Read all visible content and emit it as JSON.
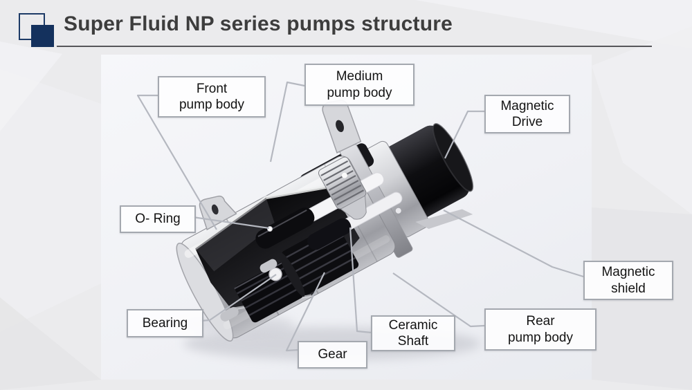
{
  "slide": {
    "title": "Super Fluid NP series pumps structure",
    "accent_color": "#14315d",
    "title_color": "#3d3d3d",
    "subject": "Cutaway photo of Super Fluid NP series magnetic-drive gear pump"
  },
  "diagram": {
    "labels": [
      {
        "id": "front-pump-body",
        "text": "Front\npump body"
      },
      {
        "id": "medium-pump-body",
        "text": "Medium\npump body"
      },
      {
        "id": "magnetic-drive",
        "text": "Magnetic\nDrive"
      },
      {
        "id": "o-ring",
        "text": "O- Ring"
      },
      {
        "id": "magnetic-shield",
        "text": "Magnetic\nshield"
      },
      {
        "id": "bearing",
        "text": "Bearing"
      },
      {
        "id": "gear",
        "text": "Gear"
      },
      {
        "id": "ceramic-shaft",
        "text": "Ceramic\nShaft"
      },
      {
        "id": "rear-pump-body",
        "text": "Rear\npump body"
      }
    ]
  }
}
